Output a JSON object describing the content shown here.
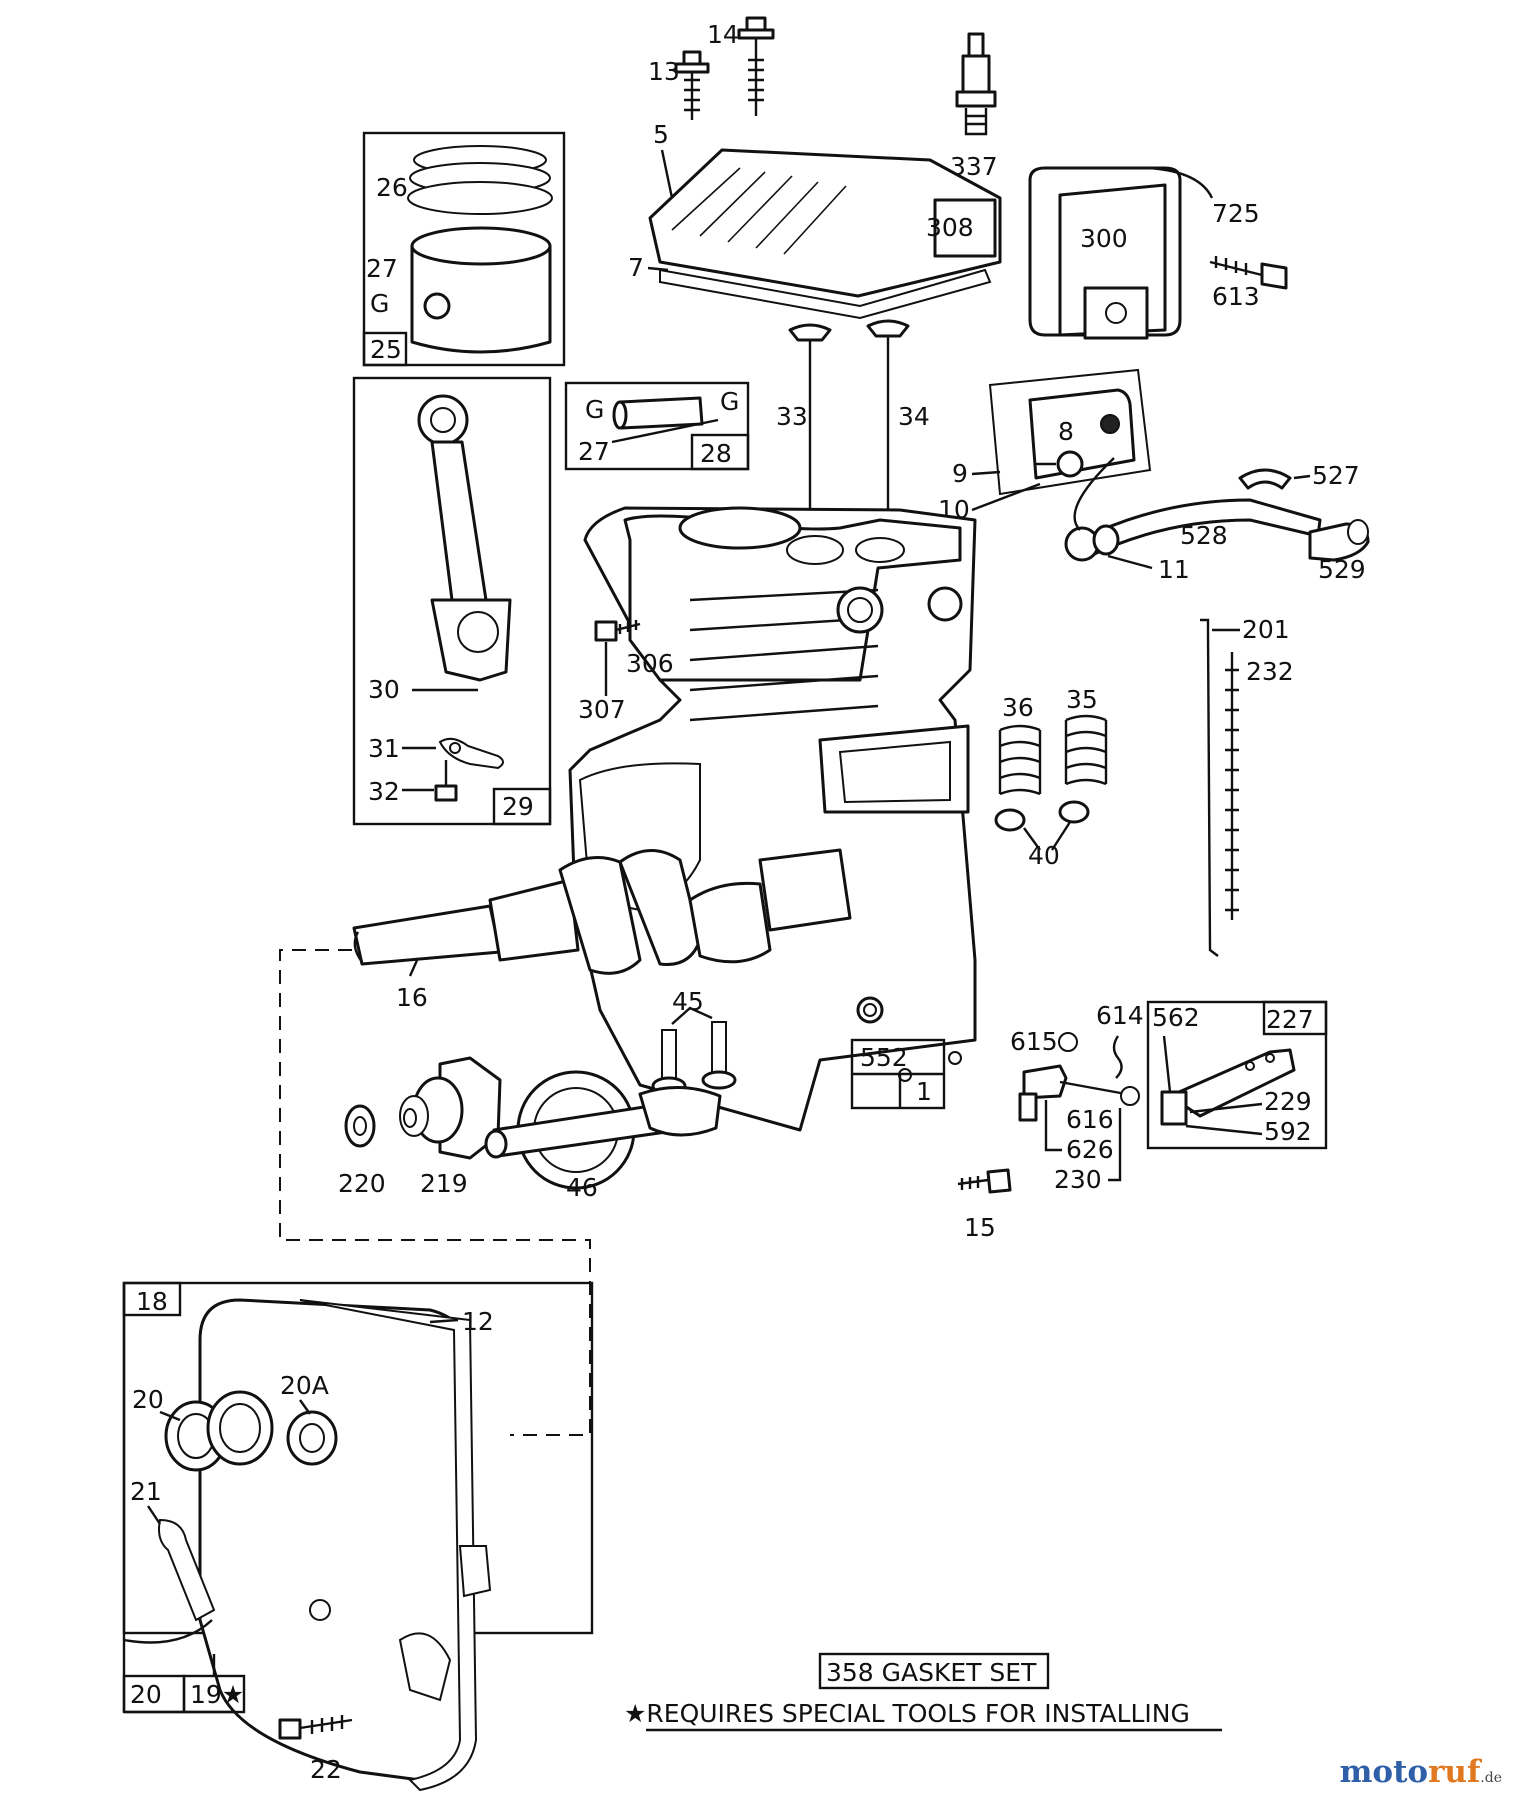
{
  "labels": {
    "l13": "13",
    "l14": "14",
    "l337": "337",
    "l5": "5",
    "l308": "308",
    "l7": "7",
    "l725": "725",
    "l300": "300",
    "l613": "613",
    "l26": "26",
    "l27a": "27",
    "l27aG": "G",
    "l25": "25",
    "l27b": "27",
    "l27bG": "G",
    "l28G": "G",
    "l28": "28",
    "l33": "33",
    "l34": "34",
    "l8": "8",
    "l9": "9",
    "l10": "10",
    "l11": "11",
    "l527": "527",
    "l528": "528",
    "l529": "529",
    "l30": "30",
    "l31": "31",
    "l32": "32",
    "l29": "29",
    "l306": "306",
    "l307": "307",
    "l201": "201",
    "l232": "232",
    "l36": "36",
    "l35": "35",
    "l40": "40",
    "l16": "16",
    "l45": "45",
    "l552": "552",
    "l1": "1",
    "l614": "614",
    "l615": "615",
    "l562": "562",
    "l227": "227",
    "l616": "616",
    "l626": "626",
    "l230": "230",
    "l229": "229",
    "l592": "592",
    "l220": "220",
    "l219": "219",
    "l46": "46",
    "l15": "15",
    "l18": "18",
    "l12": "12",
    "l20a": "20",
    "l20A": "20A",
    "l21": "21",
    "l20b": "20",
    "l19": "19★",
    "l22": "22"
  },
  "notes": {
    "gasket_set": "358 GASKET SET",
    "special_tools": "★REQUIRES SPECIAL TOOLS FOR INSTALLING"
  },
  "watermark": {
    "main": "moto",
    "accent": "ruf",
    "tld": ".de"
  }
}
